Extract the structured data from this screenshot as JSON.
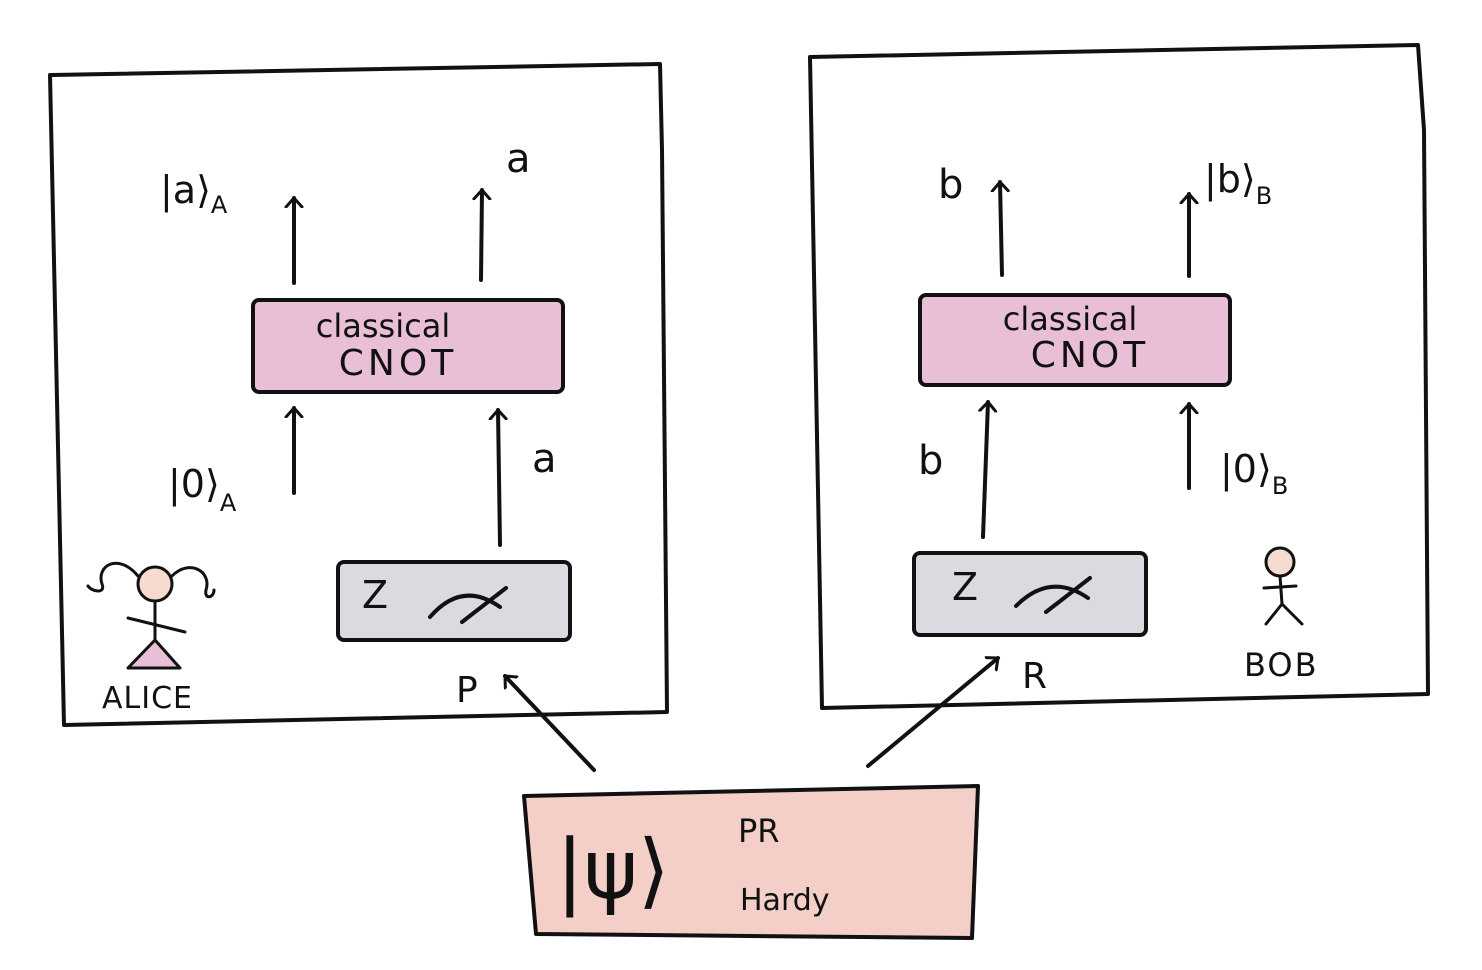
{
  "colors": {
    "ink": "#111111",
    "cnot_fill": "#e8bfd6",
    "measure_fill": "#d9dbe0",
    "source_fill": "#f4cfc8",
    "alice_dress": "#e8bfd6",
    "face": "#f6dcd0"
  },
  "alice": {
    "name": "ALICE",
    "cnot_line1": "classical",
    "cnot_line2": "CNOT",
    "measure_label": "Z",
    "top_left_ket": "|a⟩",
    "top_left_sub": "A",
    "top_right_label": "a",
    "bottom_left_ket": "|0⟩",
    "bottom_left_sub": "A",
    "bottom_right_label": "a",
    "input_port": "P"
  },
  "bob": {
    "name": "BOB",
    "cnot_line1": "classical",
    "cnot_line2": "CNOT",
    "measure_label": "Z",
    "top_left_label": "b",
    "top_right_ket": "|b⟩",
    "top_right_sub": "B",
    "bottom_left_label": "b",
    "bottom_right_ket": "|0⟩",
    "bottom_right_sub": "B",
    "input_port": "R"
  },
  "source": {
    "psi": "|ψ⟩",
    "superscript": "PR",
    "subscript": "Hardy"
  }
}
